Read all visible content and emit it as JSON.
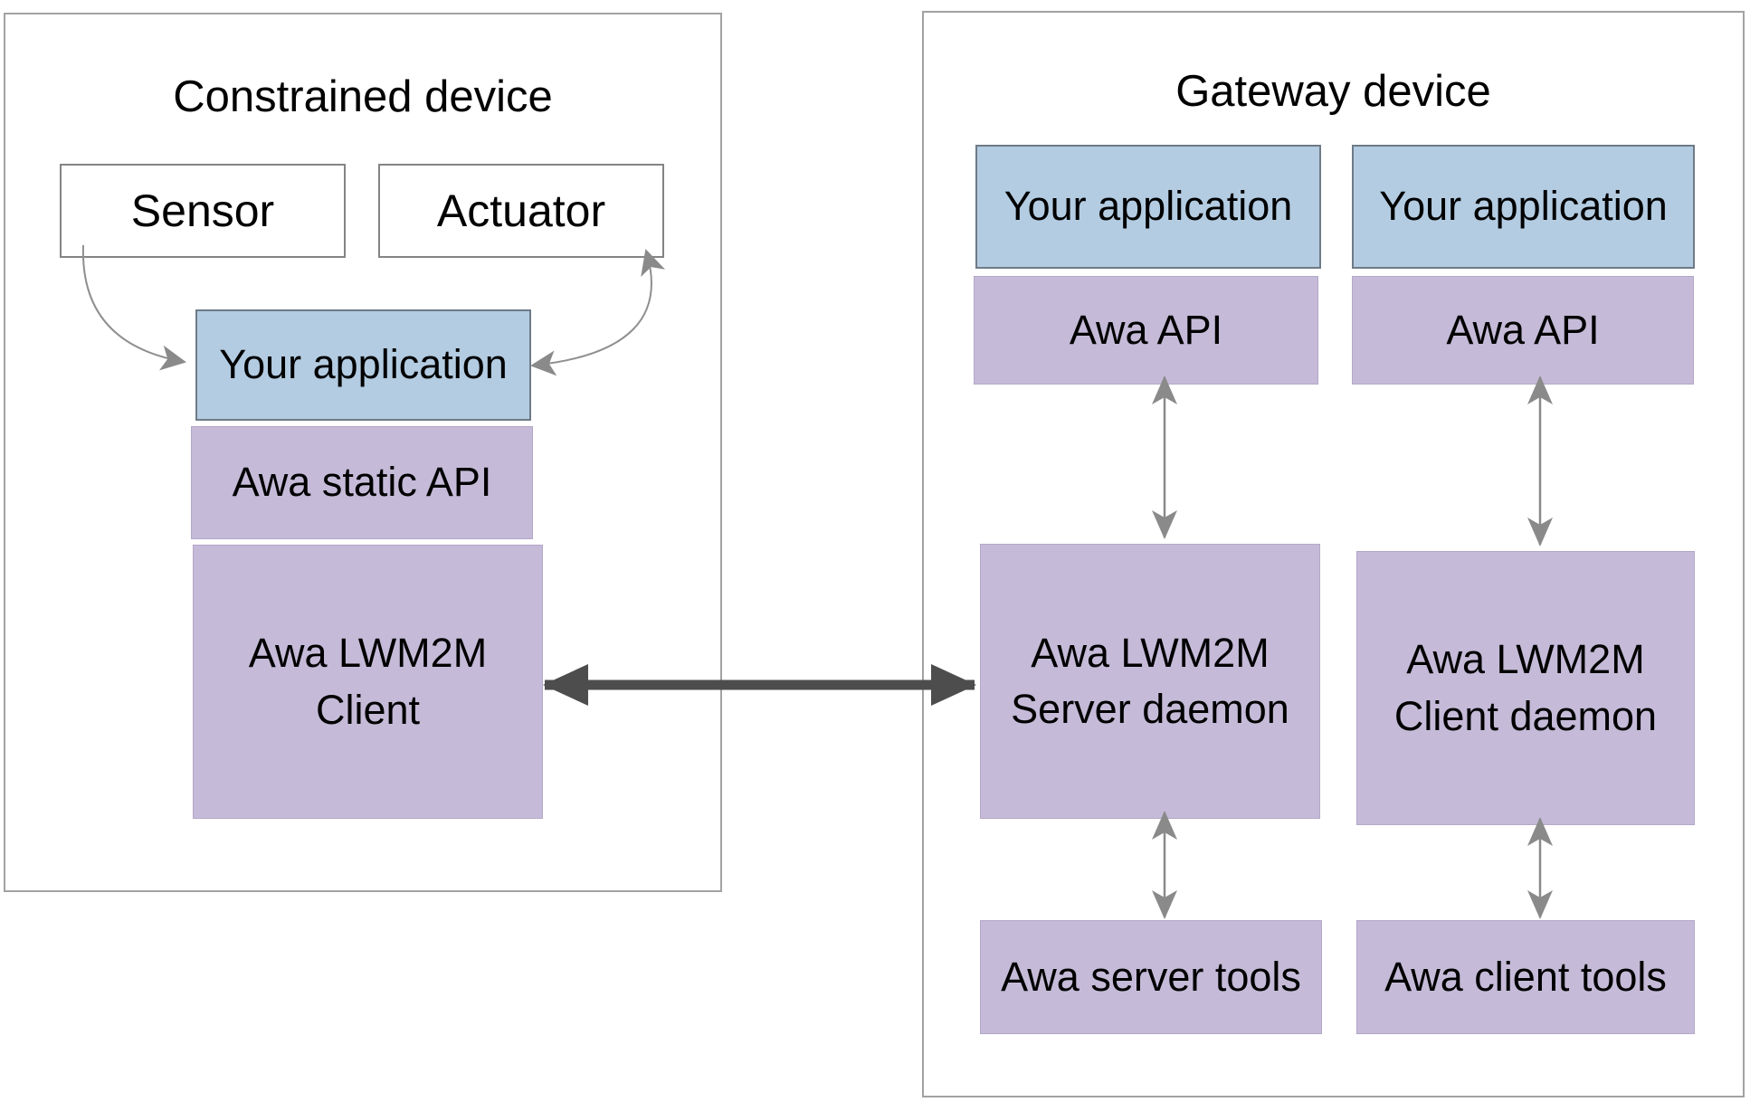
{
  "constrained_device": {
    "title": "Constrained device",
    "sensor_label": "Sensor",
    "actuator_label": "Actuator",
    "application_label": "Your application",
    "static_api_label": "Awa static API",
    "client_line1": "Awa LWM2M",
    "client_line2": "Client"
  },
  "gateway_device": {
    "title": "Gateway device",
    "server_column": {
      "application_label": "Your application",
      "api_label": "Awa API",
      "daemon_line1": "Awa LWM2M",
      "daemon_line2": "Server daemon",
      "tools_label": "Awa server tools"
    },
    "client_column": {
      "application_label": "Your application",
      "api_label": "Awa API",
      "daemon_line1": "Awa LWM2M",
      "daemon_line2": "Client daemon",
      "tools_label": "Awa client tools"
    }
  },
  "arrows": {
    "sensor_to_application": "single-head curved",
    "actuator_to_application": "double-head curved",
    "client_to_server_daemon": "double-head thick",
    "api_daemon_links": "double-head thin vertical",
    "daemon_tools_links": "double-head thin vertical"
  },
  "colors": {
    "application_blue": "#b3cce2",
    "awa_purple": "#c5bbd8",
    "thin_arrow_gray": "#8a8a8a",
    "thick_arrow_gray": "#4d4d4d",
    "box_border_gray": "#848484",
    "panel_border_gray": "#a2a2a2"
  }
}
